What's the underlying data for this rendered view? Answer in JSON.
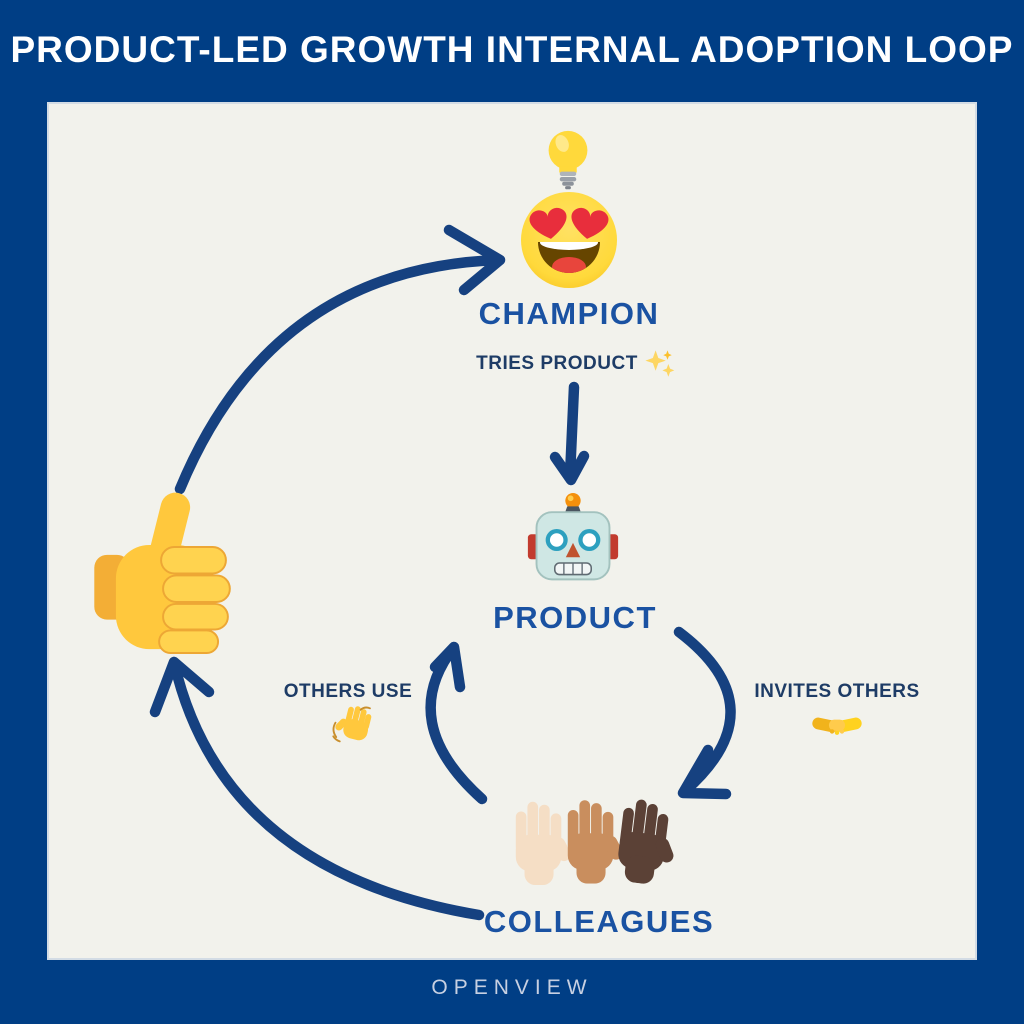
{
  "title": "PRODUCT-LED GROWTH INTERNAL ADOPTION LOOP",
  "brand": "OPENVIEW",
  "colors": {
    "background": "#003e85",
    "panel": "#f2f2ec",
    "arrow": "#164180",
    "node_label": "#1a52a2",
    "edge_label": "#1e3c66",
    "title_text": "#ffffff",
    "brand_text": "#c7d0e2"
  },
  "nodes": [
    {
      "id": "champion",
      "label": "CHAMPION",
      "icons": [
        "lightbulb-icon",
        "heart-eyes-icon"
      ]
    },
    {
      "id": "product",
      "label": "PRODUCT",
      "icons": [
        "robot-icon"
      ]
    },
    {
      "id": "colleagues",
      "label": "COLLEAGUES",
      "icons": [
        "raised-hand-light-icon",
        "raised-hand-medium-icon",
        "raised-hand-dark-icon"
      ]
    },
    {
      "id": "approval",
      "label": "",
      "icons": [
        "thumbs-up-icon"
      ]
    }
  ],
  "edges": [
    {
      "from": "champion",
      "to": "product",
      "label": "TRIES PRODUCT",
      "icon": "sparkles-icon"
    },
    {
      "from": "product",
      "to": "colleagues",
      "label": "INVITES OTHERS",
      "icon": "handshake-icon"
    },
    {
      "from": "colleagues",
      "to": "product",
      "label": "OTHERS USE",
      "icon": "waving-hand-icon"
    },
    {
      "from": "colleagues",
      "to": "approval",
      "label": "",
      "icon": ""
    },
    {
      "from": "approval",
      "to": "champion",
      "label": "",
      "icon": ""
    }
  ]
}
